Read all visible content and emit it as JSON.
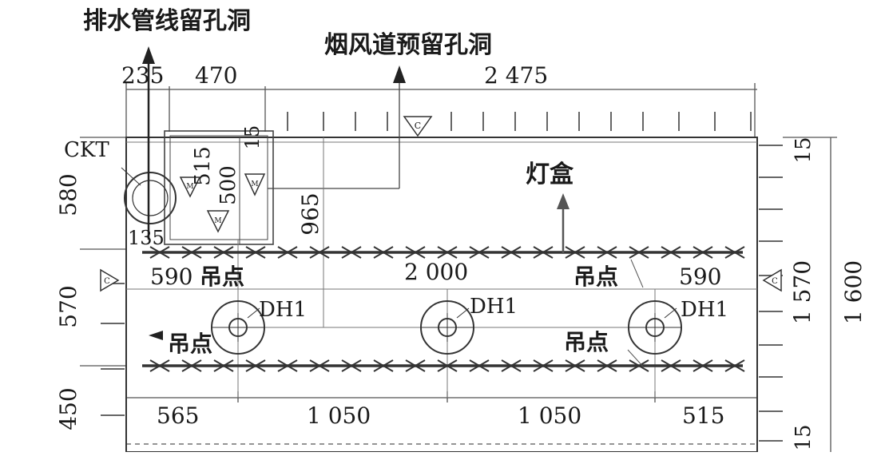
{
  "labels": {
    "drain_hole": "排水管线留孔洞",
    "smoke_duct": "烟风道预留孔洞",
    "light_box": "灯盒",
    "ckt": "CKT",
    "dh1": "DH1",
    "hang_point": "吊点",
    "c_mark": "C",
    "m_mark": "M"
  },
  "dimensions": {
    "top": [
      "235",
      "470",
      "2 475"
    ],
    "bottom": [
      "565",
      "1 050",
      "1 050",
      "515"
    ],
    "left": [
      "580",
      "570",
      "450"
    ],
    "right_inner": [
      "15",
      "1 570",
      "15"
    ],
    "right_outer": "1 600",
    "inner_row": [
      "590",
      "2 000",
      "590"
    ],
    "box": [
      "515",
      "500",
      "15",
      "965",
      "135"
    ]
  }
}
